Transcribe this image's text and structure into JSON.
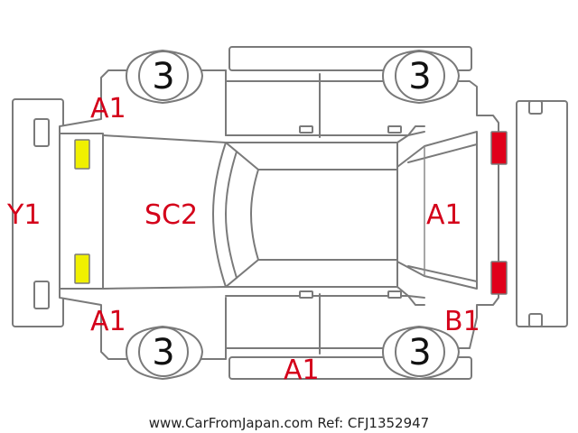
{
  "diagram": {
    "wheel_labels": {
      "front_left": "3",
      "front_right": "3",
      "rear_left": "3",
      "rear_right": "3"
    },
    "damage_labels": {
      "rear_bumper": "Y1",
      "top_left_quarter": "A1",
      "bottom_left_quarter": "A1",
      "roof_trunk": "SC2",
      "front_hood": "A1",
      "bottom_right_fender": "B1",
      "bottom_door": "A1"
    },
    "colors": {
      "outline": "#7a7a7a",
      "label": "#d4001a",
      "rear_light": "#f0f000",
      "front_light": "#e0001a"
    }
  },
  "footer": {
    "source": "www.CarFromJapan.com Ref: CFJ1352947"
  }
}
